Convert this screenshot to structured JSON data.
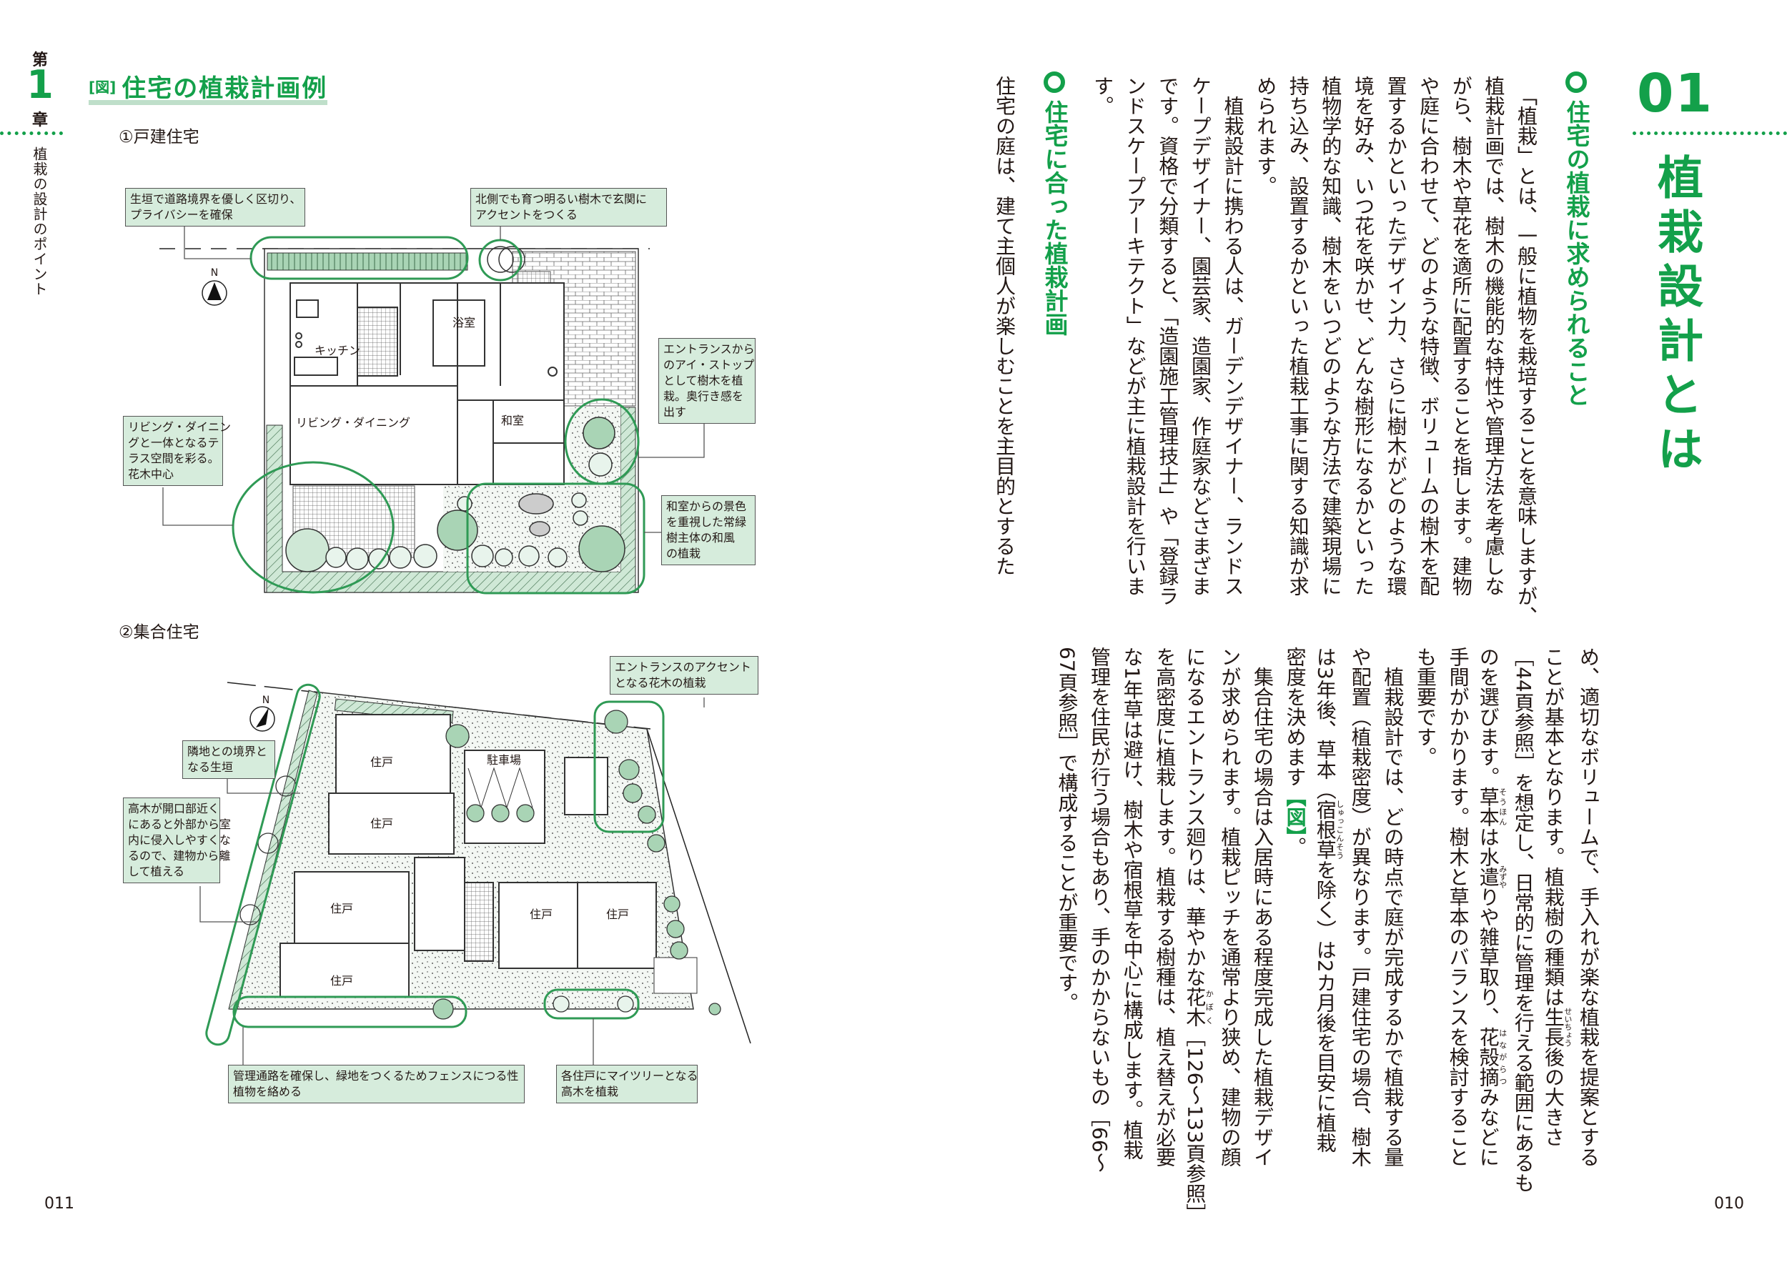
{
  "left_page": {
    "chapter": {
      "prefix": "第",
      "number": "1",
      "suffix": "章",
      "title": "植栽の設計のポイント"
    },
    "figure": {
      "tag": "[図]",
      "title": "住宅の植栽計画例"
    },
    "detached": {
      "heading": "①戸建住宅",
      "north": "N",
      "rooms": [
        "浴室",
        "キッチン",
        "リビング・ダイニング",
        "和室"
      ],
      "callouts": [
        [
          "生垣で道路境界を優しく区切り、",
          "プライバシーを確保"
        ],
        [
          "北側でも育つ明るい樹木で玄関に",
          "アクセントをつくる"
        ],
        [
          "エントランスから",
          "のアイ・ストップ",
          "として樹木を植",
          "栽。奥行き感を",
          "出す"
        ],
        [
          "リビング・ダイニン",
          "グと一体となるテ",
          "ラス空間を彩る。",
          "花木中心"
        ],
        [
          "和室からの景色",
          "を重視した常緑",
          "樹主体の和風",
          "の植栽"
        ]
      ]
    },
    "apartment": {
      "heading": "②集合住宅",
      "north": "N",
      "rooms": [
        "住戸",
        "住戸",
        "住戸",
        "住戸",
        "住戸",
        "住戸",
        "駐車場"
      ],
      "callouts": [
        [
          "エントランスのアクセント",
          "となる花木の植栽"
        ],
        [
          "隣地との境界と",
          "なる生垣"
        ],
        [
          "高木が開口部近く",
          "にあると外部から室",
          "内に侵入しやすくな",
          "るので、建物から離",
          "して植える"
        ],
        [
          "管理通路を確保し、緑地をつくるためフェンスにつる性",
          "植物を絡める"
        ],
        [
          "各住戸にマイツリーとなる",
          "高木を植栽"
        ]
      ]
    },
    "page_number": "011"
  },
  "right_page": {
    "section_number": "01",
    "title": "植栽設計とは",
    "heading1": "住宅の植栽に求められること",
    "heading2": "住宅に合った植栽計画",
    "upper_lines": [
      "　「植栽」とは、一般に植物を栽培することを意味しますが、",
      "植栽計画では、樹木の機能的な特性や管理方法を考慮しな",
      "がら、樹木や草花を適所に配置することを指します。建物",
      "や庭に合わせて、どのような特徴、ボリュームの樹木を配",
      "置するかといったデザイン力、さらに樹木がどのような環",
      "境を好み、いつ花を咲かせ、どんな樹形になるかといった",
      "植物学的な知識、樹木をいつどのような方法で建築現場に",
      "持ち込み、設置するかといった植栽工事に関する知識が求",
      "められます。",
      "　植栽設計に携わる人は、ガーデンデザイナー、ランドス",
      "ケープデザイナー、園芸家、造園家、作庭家などさまざま",
      "です。資格で分類すると、「造園施工管理技士」や「登録ラ",
      "ンドスケープアーキテクト」などが主に植栽設計を行いま",
      "す。"
    ],
    "upper_tail": "住宅の庭は、建て主個人が楽しむことを主目的とするた",
    "lower_lines": [
      "め、適切なボリュームで、手入れが楽な植栽を提案とする",
      [
        "ことが基本となります。植栽樹の種類は",
        {
          "t": "生長",
          "r": "せいちょう"
        },
        "後の大きさ"
      ],
      "［44頁参照］を想定し、日常的に管理を行える範囲にあるも",
      [
        "のを選びます。",
        {
          "t": "草本",
          "r": "そうほん"
        },
        "は水",
        {
          "t": "遣",
          "r": "みずや"
        },
        "りや雑草取り、",
        {
          "t": "花殻摘",
          "r": "はながらつ"
        },
        "みなどに"
      ],
      "手間がかかります。樹木と草本のバランスを検討すること",
      "も重要です。",
      "　植栽設計では、どの時点で庭が完成するかで植栽する量",
      "や配置（植栽密度）が異なります。戸建住宅の場合、樹木",
      [
        "は3年後、草本（",
        {
          "t": "宿根草",
          "r": "しゅっこんそう"
        },
        "を除く）は2カ月後を目安に植栽"
      ],
      [
        "密度を決めます",
        {
          "fig": "【図】"
        },
        "。"
      ],
      "　集合住宅の場合は入居時にある程度完成した植栽デザイ",
      "ンが求められます。植栽ピッチを通常より狭め、建物の顔",
      [
        "になるエントランス廻りは、華やかな",
        {
          "t": "花木",
          "r": "かぼく"
        },
        "［126〜133頁参照］"
      ],
      "を高密度に植栽します。植栽する樹種は、植え替えが必要",
      "な1年草は避け、樹木や宿根草を中心に構成します。植栽",
      "管理を住民が行う場合もあり、手のかからないもの［66〜",
      "67頁参照］で構成することが重要です。"
    ],
    "page_number": "010"
  },
  "colors": {
    "accent": "#13a04a",
    "callout_fill": "#d6ecdc",
    "outline": "#2f9a55"
  }
}
